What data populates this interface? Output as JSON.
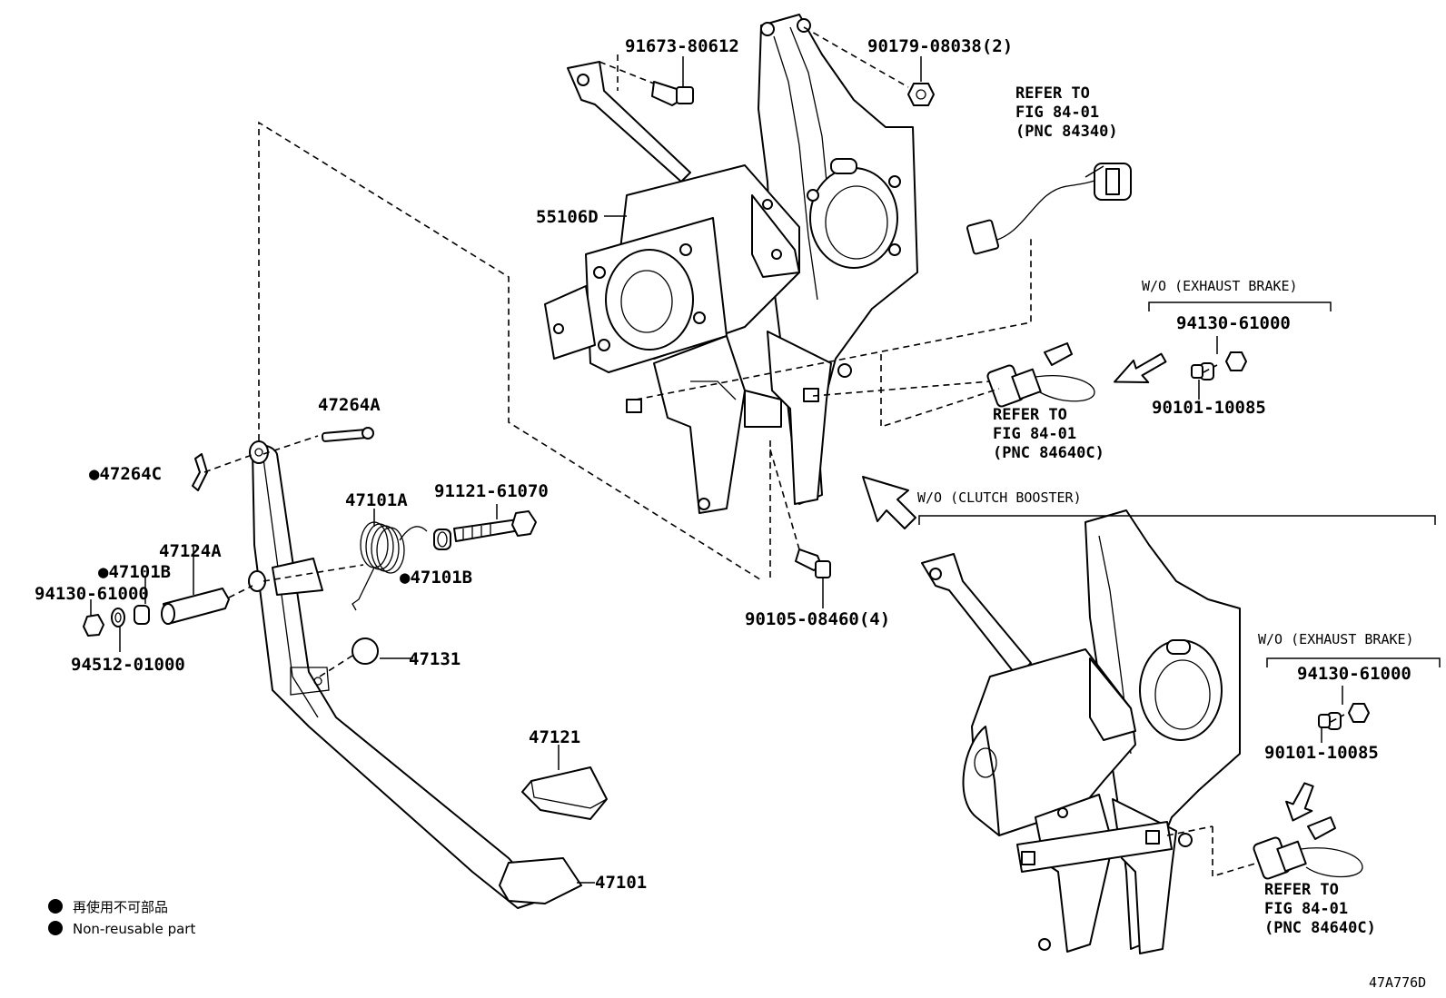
{
  "labels": {
    "p91673": "91673-80612",
    "p90179": "90179-08038(2)",
    "p55106D": "55106D",
    "p47264A": "47264A",
    "p47264C": "●47264C",
    "p47101A": "47101A",
    "p91121": "91121-61070",
    "p47124A": "47124A",
    "p47101B_left": "●47101B",
    "p47101B_right": "●47101B",
    "p94130_left": "94130-61000",
    "p94512": "94512-01000",
    "p47131": "47131",
    "p47121": "47121",
    "p47101": "47101",
    "p90105": "90105-08460(4)",
    "p94130_top": "94130-61000",
    "p90101_top": "90101-10085",
    "p94130_bottom": "94130-61000",
    "p90101_bottom": "90101-10085"
  },
  "refs": {
    "ref1": [
      "REFER TO",
      "FIG 84-01",
      "(PNC 84340)"
    ],
    "ref2": [
      "REFER TO",
      "FIG 84-01",
      "(PNC 84640C)"
    ],
    "ref3": [
      "REFER TO",
      "FIG 84-01",
      "(PNC 84640C)"
    ]
  },
  "conditions": {
    "wo_exhaust_top": "W/O (EXHAUST  BRAKE)",
    "wo_clutch": "W/O (CLUTCH BOOSTER)",
    "wo_exhaust_bottom": "W/O (EXHAUST  BRAKE)"
  },
  "legend": {
    "line1": "再使用不可部品",
    "line2": "Non-reusable part"
  },
  "figure_code": "47A776D"
}
